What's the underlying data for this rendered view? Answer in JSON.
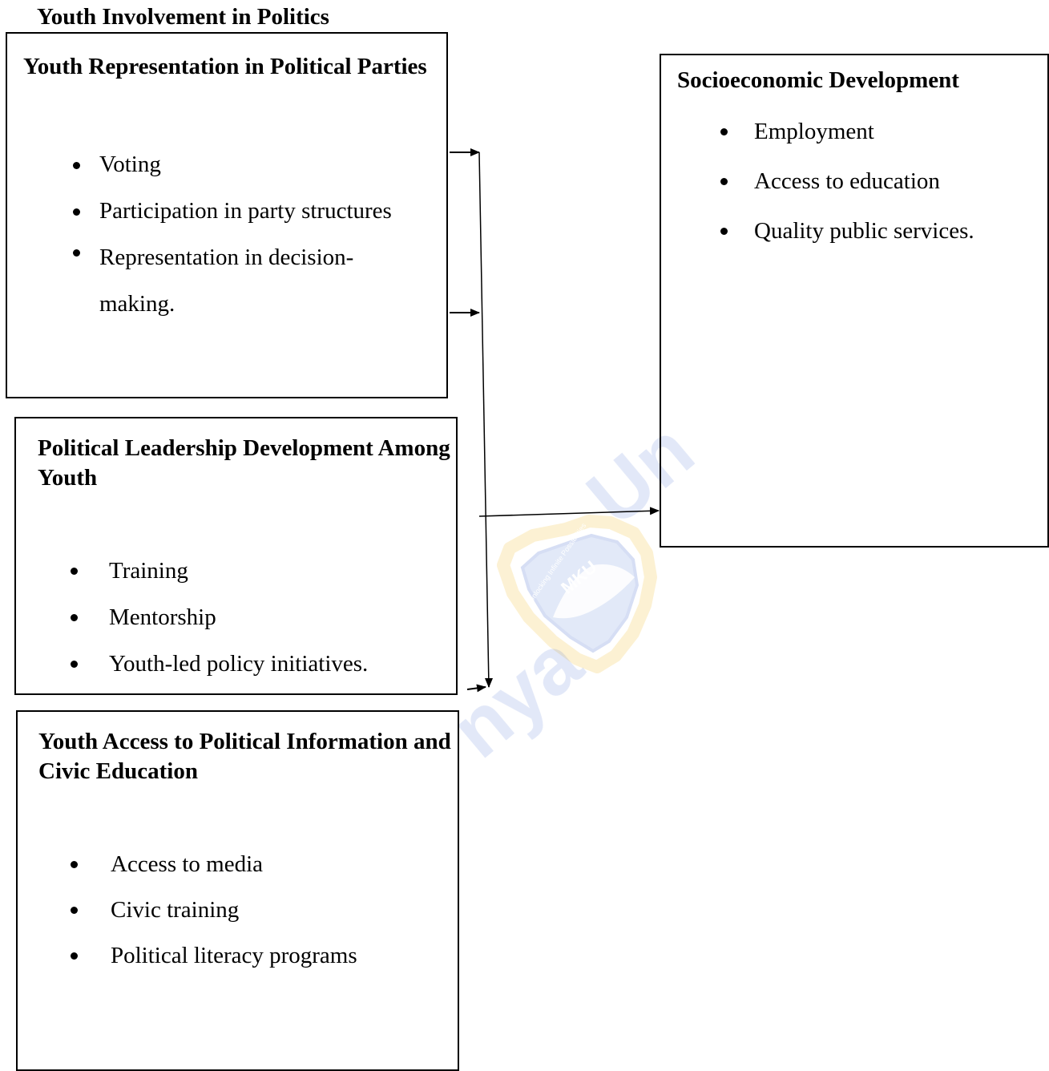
{
  "diagram": {
    "heading": "Youth Involvement in Politics",
    "independent_variables": [
      {
        "title": "Youth Representation in Political Parties",
        "items": [
          "Voting",
          "Participation in party structures",
          "Representation in decision-making."
        ]
      },
      {
        "title": "Political Leadership Development Among Youth",
        "items": [
          "Training",
          "Mentorship",
          "Youth-led policy initiatives."
        ]
      },
      {
        "title": "Youth Access to Political Information and Civic Education",
        "items": [
          "Access to media",
          "Civic training",
          "Political literacy programs"
        ]
      }
    ],
    "dependent_variable": {
      "title": "Socioeconomic Development",
      "items": [
        "Employment",
        "Access to education",
        "Quality public services."
      ]
    },
    "watermark": {
      "logo_text": "MKU",
      "motto": "Unlocking Infinite Possibilities",
      "colors": {
        "blue": "#4a6fd0",
        "gold": "#f3c13a"
      }
    },
    "edges": [
      {
        "from": "Youth Representation in Political Parties",
        "to": "Socioeconomic Development"
      },
      {
        "from": "Political Leadership Development Among Youth",
        "to": "Socioeconomic Development"
      },
      {
        "from": "Youth Access to Political Information and Civic Education",
        "to": "Socioeconomic Development"
      }
    ]
  }
}
